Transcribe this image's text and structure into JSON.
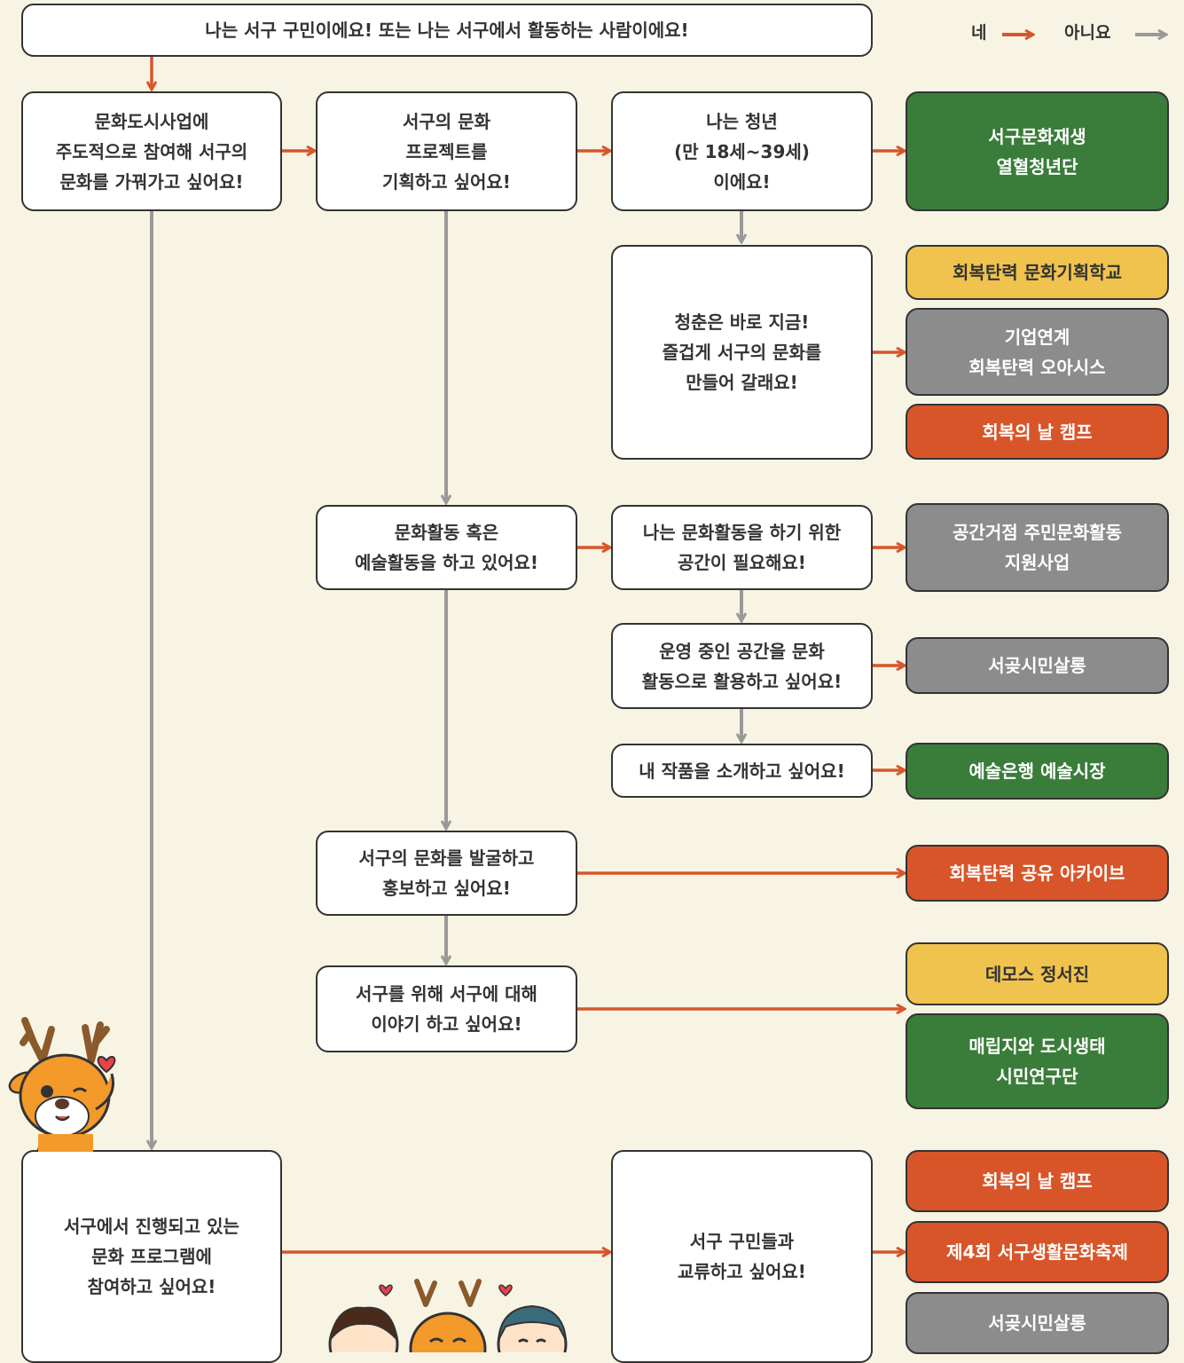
{
  "header": {
    "title": "나는 서구 구민이에요! 또는 나는 서구에서 활동하는 사람이에요!"
  },
  "legend": {
    "yes": "네",
    "no": "아니요"
  },
  "colors": {
    "yes_arrow": "#d8552a",
    "no_arrow": "#999999",
    "green": "#3a7d3a",
    "yellow": "#f0c34e",
    "gray": "#8c8c8c",
    "orange": "#d8552a"
  },
  "questions": {
    "q1": "문화도시사업에\n주도적으로 참여해 서구의\n문화를 가꿔가고 싶어요!",
    "q2": "서구의 문화\n프로젝트를\n기획하고 싶어요!",
    "q3": "나는 청년\n(만 18세~39세)\n이에요!",
    "q4": "청춘은 바로 지금!\n즐겁게 서구의 문화를\n만들어 갈래요!",
    "q5": "문화활동 혹은\n예술활동을 하고 있어요!",
    "q6": "나는 문화활동을 하기 위한\n공간이 필요해요!",
    "q7": "운영 중인 공간을 문화\n활동으로 활용하고 싶어요!",
    "q8": "내 작품을 소개하고 싶어요!",
    "q9": "서구의 문화를 발굴하고\n홍보하고 싶어요!",
    "q10": "서구를 위해 서구에 대해\n이야기 하고 싶어요!",
    "q11": "서구에서 진행되고 있는\n문화 프로그램에\n참여하고 싶어요!",
    "q12": "서구 구민들과\n교류하고 싶어요!"
  },
  "results": {
    "r1": "서구문화재생\n열혈청년단",
    "r2": "회복탄력 문화기획학교",
    "r3": "기업연계\n회복탄력 오아시스",
    "r4": "회복의 날 캠프",
    "r5": "공간거점 주민문화활동\n지원사업",
    "r6": "서곶시민살롱",
    "r7": "예술은행 예술시장",
    "r8": "회복탄력 공유 아카이브",
    "r9": "데모스 정서진",
    "r10": "매립지와 도시생태\n시민연구단",
    "r11": "회복의 날 캠프",
    "r12": "제4회 서구생활문화축제",
    "r13": "서곶시민살롱"
  }
}
